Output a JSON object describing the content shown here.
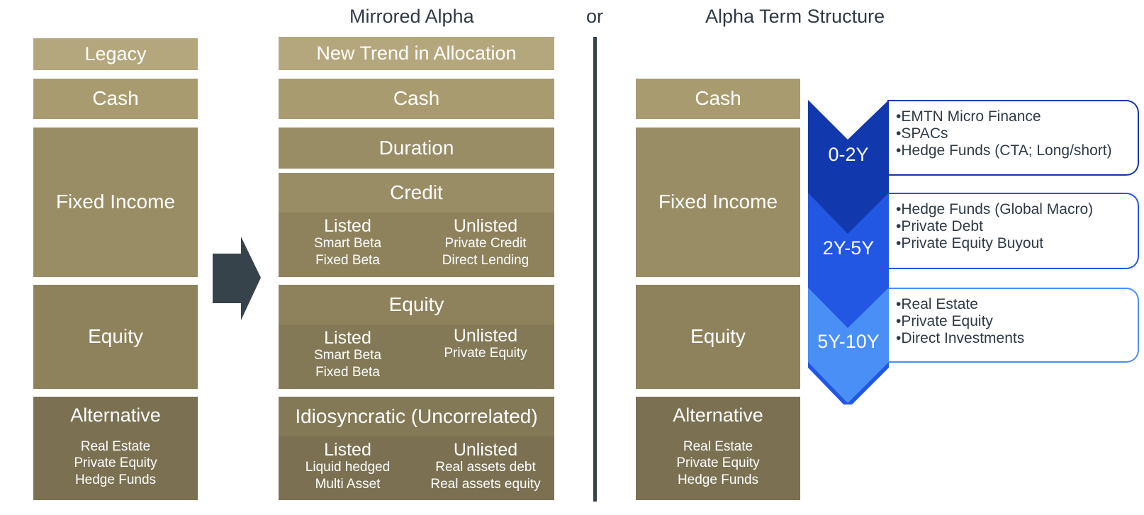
{
  "headers": {
    "mirrored": "Mirrored Alpha",
    "or": "or",
    "term": "Alpha Term Structure"
  },
  "legacy": {
    "title": "Legacy",
    "cash": "Cash",
    "fixed_income": "Fixed Income",
    "equity": "Equity",
    "alternative": {
      "title": "Alternative",
      "items": [
        "Real Estate",
        "Private Equity",
        "Hedge Funds"
      ]
    }
  },
  "new_trend": {
    "title": "New Trend in Allocation",
    "cash": "Cash",
    "duration": "Duration",
    "credit": {
      "title": "Credit",
      "listed": {
        "title": "Listed",
        "items": [
          "Smart Beta",
          "Fixed Beta"
        ]
      },
      "unlisted": {
        "title": "Unlisted",
        "items": [
          "Private Credit",
          "Direct Lending"
        ]
      }
    },
    "equity": {
      "title": "Equity",
      "listed": {
        "title": "Listed",
        "items": [
          "Smart Beta",
          "Fixed Beta"
        ]
      },
      "unlisted": {
        "title": "Unlisted",
        "items": [
          "Private Equity"
        ]
      }
    },
    "idiosyncratic": {
      "title": "Idiosyncratic (Uncorrelated)",
      "listed": {
        "title": "Listed",
        "items": [
          "Liquid hedged",
          "Multi Asset"
        ]
      },
      "unlisted": {
        "title": "Unlisted",
        "items": [
          "Real assets debt",
          "Real assets equity"
        ]
      }
    }
  },
  "term_structure": {
    "cash": "Cash",
    "fixed_income": "Fixed Income",
    "equity": "Equity",
    "alternative": {
      "title": "Alternative",
      "items": [
        "Real Estate",
        "Private Equity",
        "Hedge Funds"
      ]
    },
    "stages": [
      {
        "label": "0-2Y",
        "color": "#1238ad",
        "items": [
          "•EMTN Micro Finance",
          "•SPACs",
          "•Hedge Funds (CTA; Long/short)"
        ]
      },
      {
        "label": "2Y-5Y",
        "color": "#2257e3",
        "items": [
          "•Hedge Funds (Global Macro)",
          "•Private Debt",
          "•Private Equity Buyout"
        ]
      },
      {
        "label": "5Y-10Y",
        "color": "#4a8ff5",
        "items": [
          "•Real Estate",
          "•Private Equity",
          "•Direct Investments"
        ]
      }
    ]
  },
  "colors": {
    "arrow": "#36434b",
    "divider": "#36434b",
    "header_text": "#2f3a45"
  }
}
